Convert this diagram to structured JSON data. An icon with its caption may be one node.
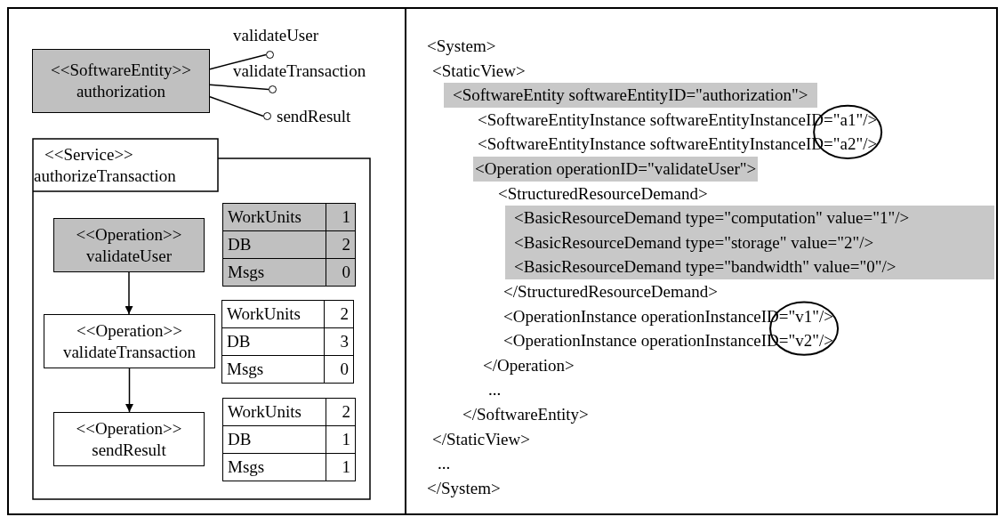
{
  "diagram": {
    "nodes": [
      {
        "text": [
          "<<SoftwareEntity>>",
          "authorization"
        ]
      },
      {
        "text": [],
        "shape": "circle",
        "beside": [
          "validateUser"
        ]
      },
      {
        "text": [],
        "shape": "circle",
        "beside": [
          "validateTransaction"
        ]
      },
      {
        "text": [],
        "shape": "circle",
        "beside": [
          "sendResult"
        ]
      },
      {
        "text": [
          "<<Service>>",
          "authorizeTransaction"
        ]
      },
      {
        "text": [
          "<<Operation>>",
          "validateUser"
        ],
        "in": 4
      },
      {
        "text": [
          "WorkUnits",
          "1",
          "DB",
          "2",
          "Msgs",
          "0"
        ],
        "in": 4
      },
      {
        "text": [
          "<<Operation>>",
          "validateTransaction"
        ],
        "in": 4
      },
      {
        "text": [
          "WorkUnits",
          "2",
          "DB",
          "3",
          "Msgs",
          "0"
        ],
        "in": 4
      },
      {
        "text": [
          "<<Operation>>",
          "sendResult"
        ],
        "in": 4
      },
      {
        "text": [
          "WorkUnits",
          "2",
          "DB",
          "1",
          "Msgs",
          "1"
        ],
        "in": 4
      },
      {
        "text": [],
        "shape": "circle"
      },
      {
        "text": [],
        "shape": "circle"
      }
    ],
    "edges": [
      {
        "from": 0,
        "to": 1,
        "arrow": "none"
      },
      {
        "from": 0,
        "to": 2,
        "arrow": "none"
      },
      {
        "from": 0,
        "to": 3,
        "arrow": "none"
      },
      {
        "from": 5,
        "to": 7,
        "arrow": "to"
      },
      {
        "from": 7,
        "to": 9,
        "arrow": "to"
      }
    ],
    "labels": [
      "<System>",
      "<StaticView>",
      "<SoftwareEntity softwareEntityID=\"authorization\">",
      "<SoftwareEntityInstance softwareEntityInstanceID=\"a1\"/>",
      "<SoftwareEntityInstance softwareEntityInstanceID=\"a2\"/>",
      "<Operation operationID=\"validateUser\">",
      "<StructuredResourceDemand>",
      "<BasicResourceDemand type=\"computation\" value=\"1\"/>",
      "<BasicResourceDemand type=\"storage\" value=\"2\"/>",
      "<BasicResourceDemand type=\"bandwidth\" value=\"0\"/>",
      "</StructuredResourceDemand>",
      "<OperationInstance operationInstanceID=\"v1\"/>",
      "<OperationInstance operationInstanceID=\"v2\"/>",
      "</Operation>",
      "...",
      "</SoftwareEntity>",
      "</StaticView>",
      "...",
      "</System>"
    ]
  }
}
